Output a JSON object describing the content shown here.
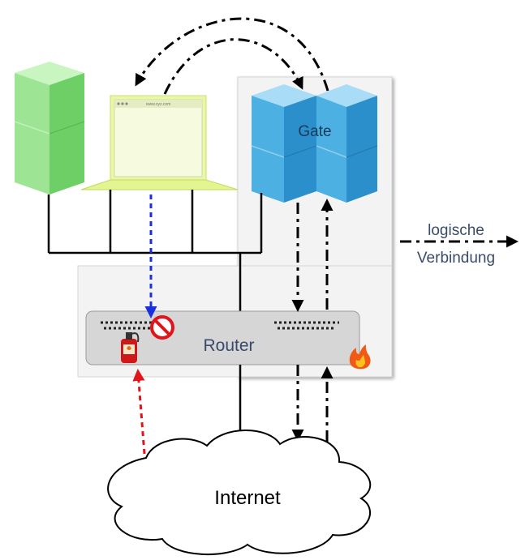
{
  "labels": {
    "gate": "Gate",
    "router": "Router",
    "internet": "Internet",
    "legend_line1": "logische",
    "legend_line2": "Verbindung",
    "browser_url": "www.xyz.com"
  },
  "icons": {
    "blocked": "prohibited-icon",
    "firewall": "fire-extinguisher-icon",
    "fire": "fire-icon"
  },
  "colors": {
    "server_green": "#8fe08a",
    "gate_blue": "#3da7dc",
    "blocked_path": "#1a2fe0",
    "inbound_path": "#e0141a",
    "text": "#3a4a6a"
  }
}
